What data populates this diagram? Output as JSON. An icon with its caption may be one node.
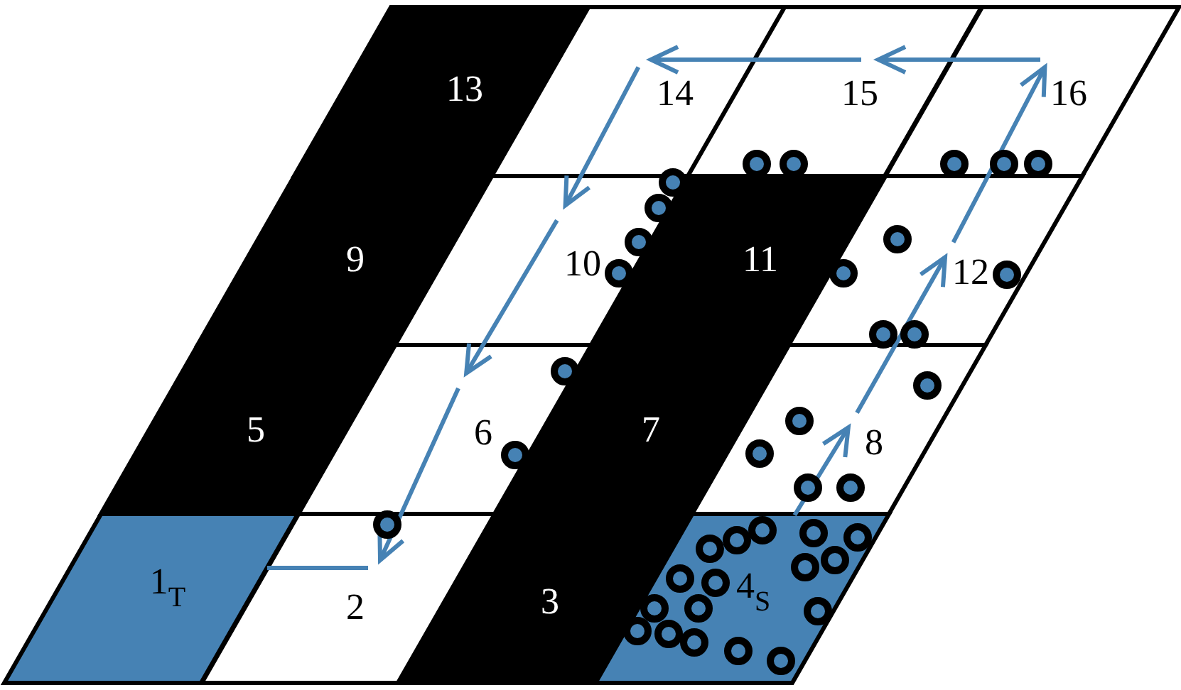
{
  "diagram": {
    "nodes": [
      {
        "text": [
          "13"
        ]
      },
      {
        "text": [
          "14"
        ]
      },
      {
        "text": [
          "15"
        ]
      },
      {
        "text": [
          "16"
        ]
      },
      {
        "text": [
          "9"
        ]
      },
      {
        "text": [
          "10"
        ]
      },
      {
        "text": [
          "11"
        ]
      },
      {
        "text": [
          "12"
        ]
      },
      {
        "text": [
          "5"
        ]
      },
      {
        "text": [
          "6"
        ]
      },
      {
        "text": [
          "7"
        ]
      },
      {
        "text": [
          "8"
        ]
      },
      {
        "text": [
          "1$_{T}$"
        ]
      },
      {
        "text": [
          "2"
        ]
      },
      {
        "text": [
          "3"
        ]
      },
      {
        "text": [
          "4$_{S}$"
        ]
      }
    ],
    "edges": [
      {
        "from": 15,
        "to": 11,
        "arrow": "to"
      },
      {
        "from": 11,
        "to": 7,
        "arrow": "to"
      },
      {
        "from": 7,
        "to": 3,
        "arrow": "to"
      },
      {
        "from": 3,
        "to": 2,
        "arrow": "to"
      },
      {
        "from": 2,
        "to": 1,
        "arrow": "to"
      },
      {
        "from": 1,
        "to": 5,
        "arrow": "to"
      },
      {
        "from": 5,
        "to": 9,
        "arrow": "to"
      },
      {
        "from": 9,
        "to": 13,
        "arrow": "to"
      },
      {
        "from": 13,
        "to": 12,
        "arrow": "none"
      }
    ]
  }
}
